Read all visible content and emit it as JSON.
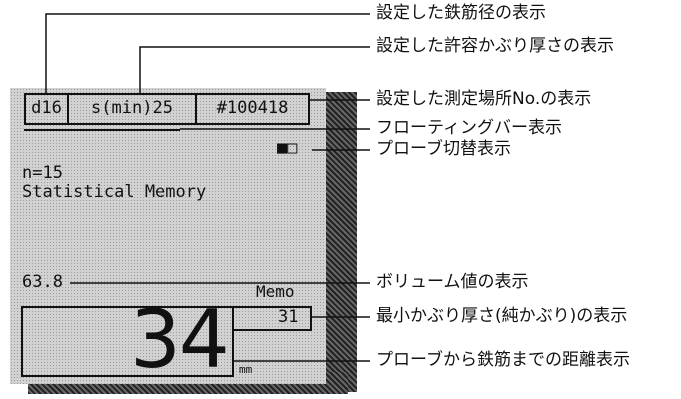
{
  "lcd": {
    "rebar_diameter": "d16",
    "allowable_cover": "s(min)25",
    "location_number": "#100418",
    "probe_indicator": "■□",
    "count_label": "n=15",
    "mode_label": "Statistical Memory",
    "volume_value": "63.8",
    "memo_label": "Memo",
    "min_cover_value": "31",
    "distance_value": "34",
    "unit_label": "mm"
  },
  "callouts": {
    "rebar_diameter": "設定した鉄筋径の表示",
    "allowable_cover": "設定した許容かぶり厚さの表示",
    "location_number": "設定した測定場所No.の表示",
    "floating_bar": "フローティングバー表示",
    "probe_switch": "プローブ切替表示",
    "volume_value": "ボリューム値の表示",
    "min_cover": "最小かぶり厚さ(純かぶり)の表示",
    "distance": "プローブから鉄筋までの距離表示"
  }
}
